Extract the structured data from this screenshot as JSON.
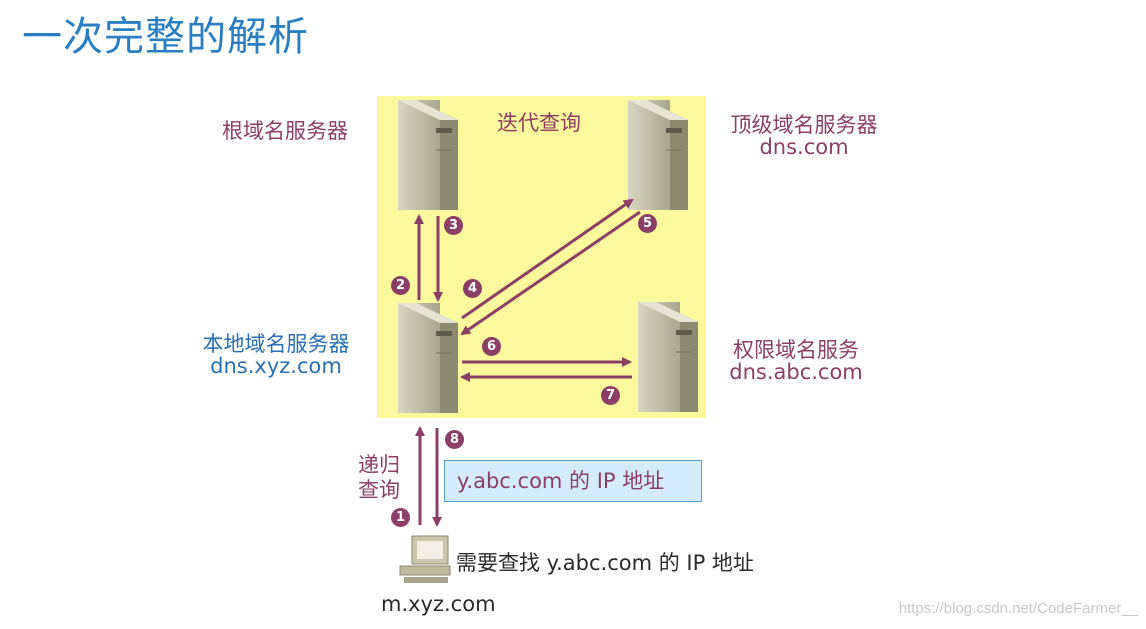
{
  "title": "一次完整的解析",
  "root_server": {
    "label": "根域名服务器"
  },
  "iterative_label": "迭代查询",
  "tld_server": {
    "label": "顶级域名服务器",
    "domain": "dns.com"
  },
  "local_server": {
    "label": "本地域名服务器",
    "domain": "dns.xyz.com"
  },
  "auth_server": {
    "label": "权限域名服务",
    "domain": "dns.abc.com"
  },
  "recursive_label": [
    "递归",
    "查询"
  ],
  "answer_box": "y.abc.com 的 IP 地址",
  "client": {
    "task": "需要查找 y.abc.com 的 IP 地址",
    "domain": "m.xyz.com"
  },
  "steps": [
    "1",
    "2",
    "3",
    "4",
    "5",
    "6",
    "7",
    "8"
  ],
  "colors": {
    "arrow": "#8c3f66",
    "title": "#2a7fc3",
    "highlight": "#fcf99c"
  },
  "watermark": "https://blog.csdn.net/CodeFarmer__"
}
